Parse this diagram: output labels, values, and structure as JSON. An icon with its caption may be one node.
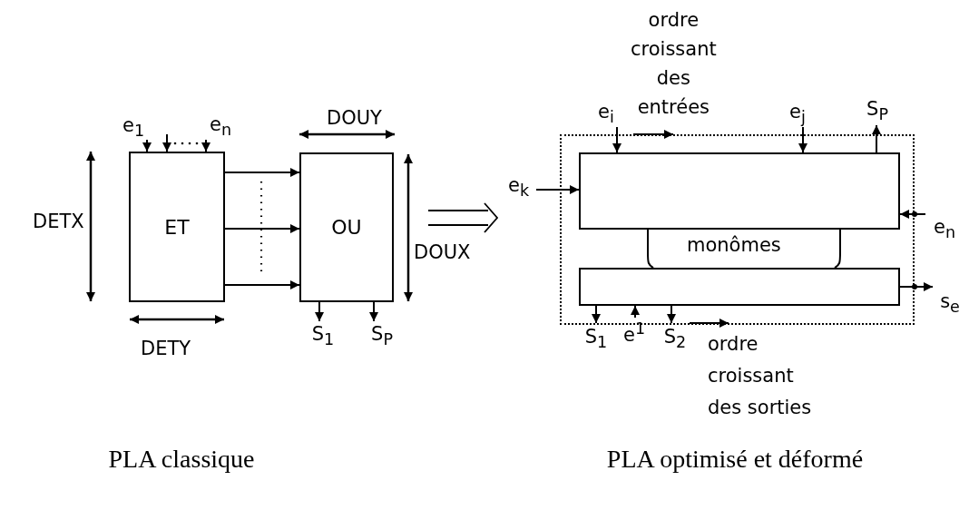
{
  "diagram": {
    "nodes": [
      {
        "text": [
          "ET"
        ]
      },
      {
        "text": [
          "OU"
        ]
      },
      {
        "text": [],
        "shape": "box"
      },
      {
        "text": [],
        "shape": "box",
        "in": 2
      },
      {
        "text": [],
        "shape": "box",
        "in": 2
      },
      {
        "text": [
          "e$_{1}$"
        ]
      },
      {
        "text": [
          "e$_{n}$"
        ]
      },
      {
        "text": [
          "S$_{1}$"
        ]
      },
      {
        "text": [
          "S$_{P}$"
        ]
      },
      {
        "text": [
          "e$_{i}$"
        ]
      },
      {
        "text": [
          "e$_{j}$"
        ]
      },
      {
        "text": [
          "S$_{P}$"
        ]
      },
      {
        "text": [
          "e$_{k}$"
        ]
      },
      {
        "text": [
          "e$_{n}$"
        ]
      },
      {
        "text": [
          "s$_{e}$"
        ]
      },
      {
        "text": [
          "S$_{1}$"
        ]
      },
      {
        "text": [
          "e$^{1}$"
        ]
      },
      {
        "text": [
          "S$_{2}$"
        ]
      }
    ],
    "edges": [
      {
        "from": 5,
        "to": 0,
        "arrow": "to"
      },
      {
        "from": null,
        "to": 0,
        "arrow": "to"
      },
      {
        "from": 6,
        "to": 0,
        "arrow": "to"
      },
      {
        "from": 0,
        "to": 1,
        "arrow": "to"
      },
      {
        "from": 0,
        "to": 1,
        "arrow": "to"
      },
      {
        "from": 0,
        "to": 1,
        "arrow": "to"
      },
      {
        "from": 1,
        "to": 7,
        "arrow": "to"
      },
      {
        "from": 1,
        "to": 8,
        "arrow": "to"
      },
      {
        "from": 9,
        "to": 3,
        "arrow": "to"
      },
      {
        "from": 10,
        "to": 3,
        "arrow": "to"
      },
      {
        "from": 3,
        "to": 11,
        "arrow": "to"
      },
      {
        "from": 12,
        "to": 3,
        "arrow": "to"
      },
      {
        "from": 13,
        "to": 3,
        "arrow": "to"
      },
      {
        "from": 4,
        "to": 14,
        "arrow": "to"
      },
      {
        "from": 4,
        "to": 15,
        "arrow": "to"
      },
      {
        "from": 16,
        "to": 4,
        "arrow": "to"
      },
      {
        "from": 4,
        "to": 17,
        "arrow": "to"
      },
      {
        "from": 3,
        "to": 4,
        "arrow": "none"
      },
      {
        "from": 3,
        "to": 4,
        "arrow": "none"
      }
    ],
    "labels": [
      "DOUY",
      "ordre croissant des entrées",
      "DETX",
      "DOUX",
      "monômes",
      "DETY",
      "ordre croissant des sorties",
      "PLA classique",
      "PLA optimisé et déformé"
    ]
  }
}
